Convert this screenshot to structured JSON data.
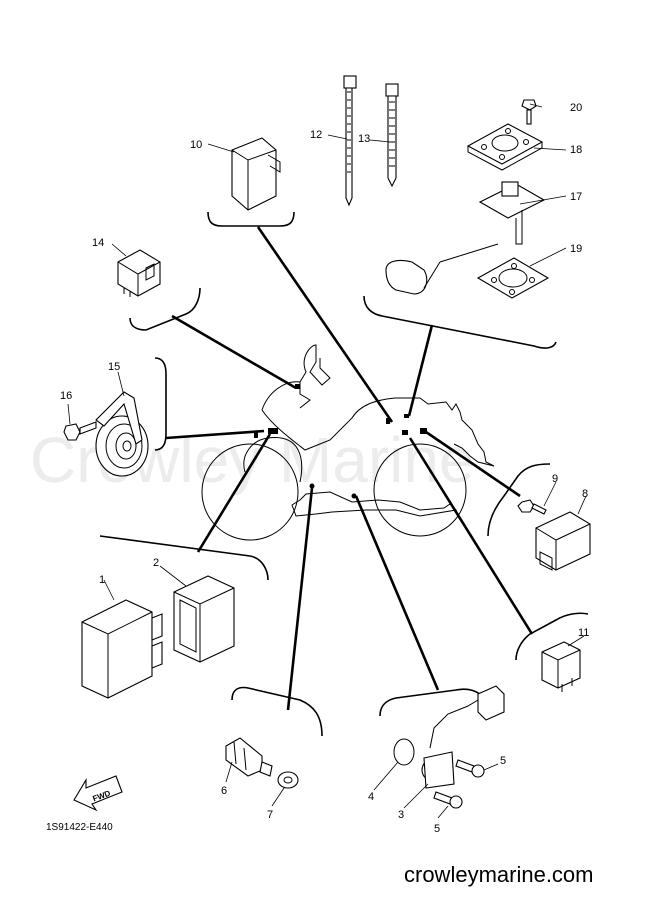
{
  "watermark": "Crowley Marine",
  "site_footer": "crowleymarine.com",
  "diagram_code": "1S91422-E440",
  "fwd_label": "FWD",
  "callouts": [
    "1",
    "2",
    "3",
    "4",
    "5",
    "5",
    "6",
    "7",
    "8",
    "9",
    "10",
    "11",
    "12",
    "13",
    "14",
    "15",
    "16",
    "17",
    "18",
    "19",
    "20"
  ]
}
